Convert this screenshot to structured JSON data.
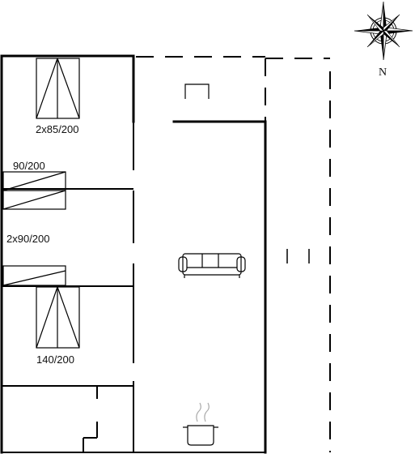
{
  "plan": {
    "rooms": [
      {
        "id": "bedroom-1",
        "bed_label": "2x85/200"
      },
      {
        "id": "bedroom-2",
        "bed_label": "90/200"
      },
      {
        "id": "bedroom-3",
        "bed_label": "2x90/200"
      },
      {
        "id": "bedroom-4",
        "bed_label": "140/200"
      }
    ],
    "compass": {
      "north_label": "N"
    },
    "icons": [
      "compass-rose-icon",
      "sofa-icon",
      "cooking-pot-icon",
      "fireplace-icon"
    ],
    "colors": {
      "wall": "#000000",
      "background": "#ffffff"
    }
  }
}
